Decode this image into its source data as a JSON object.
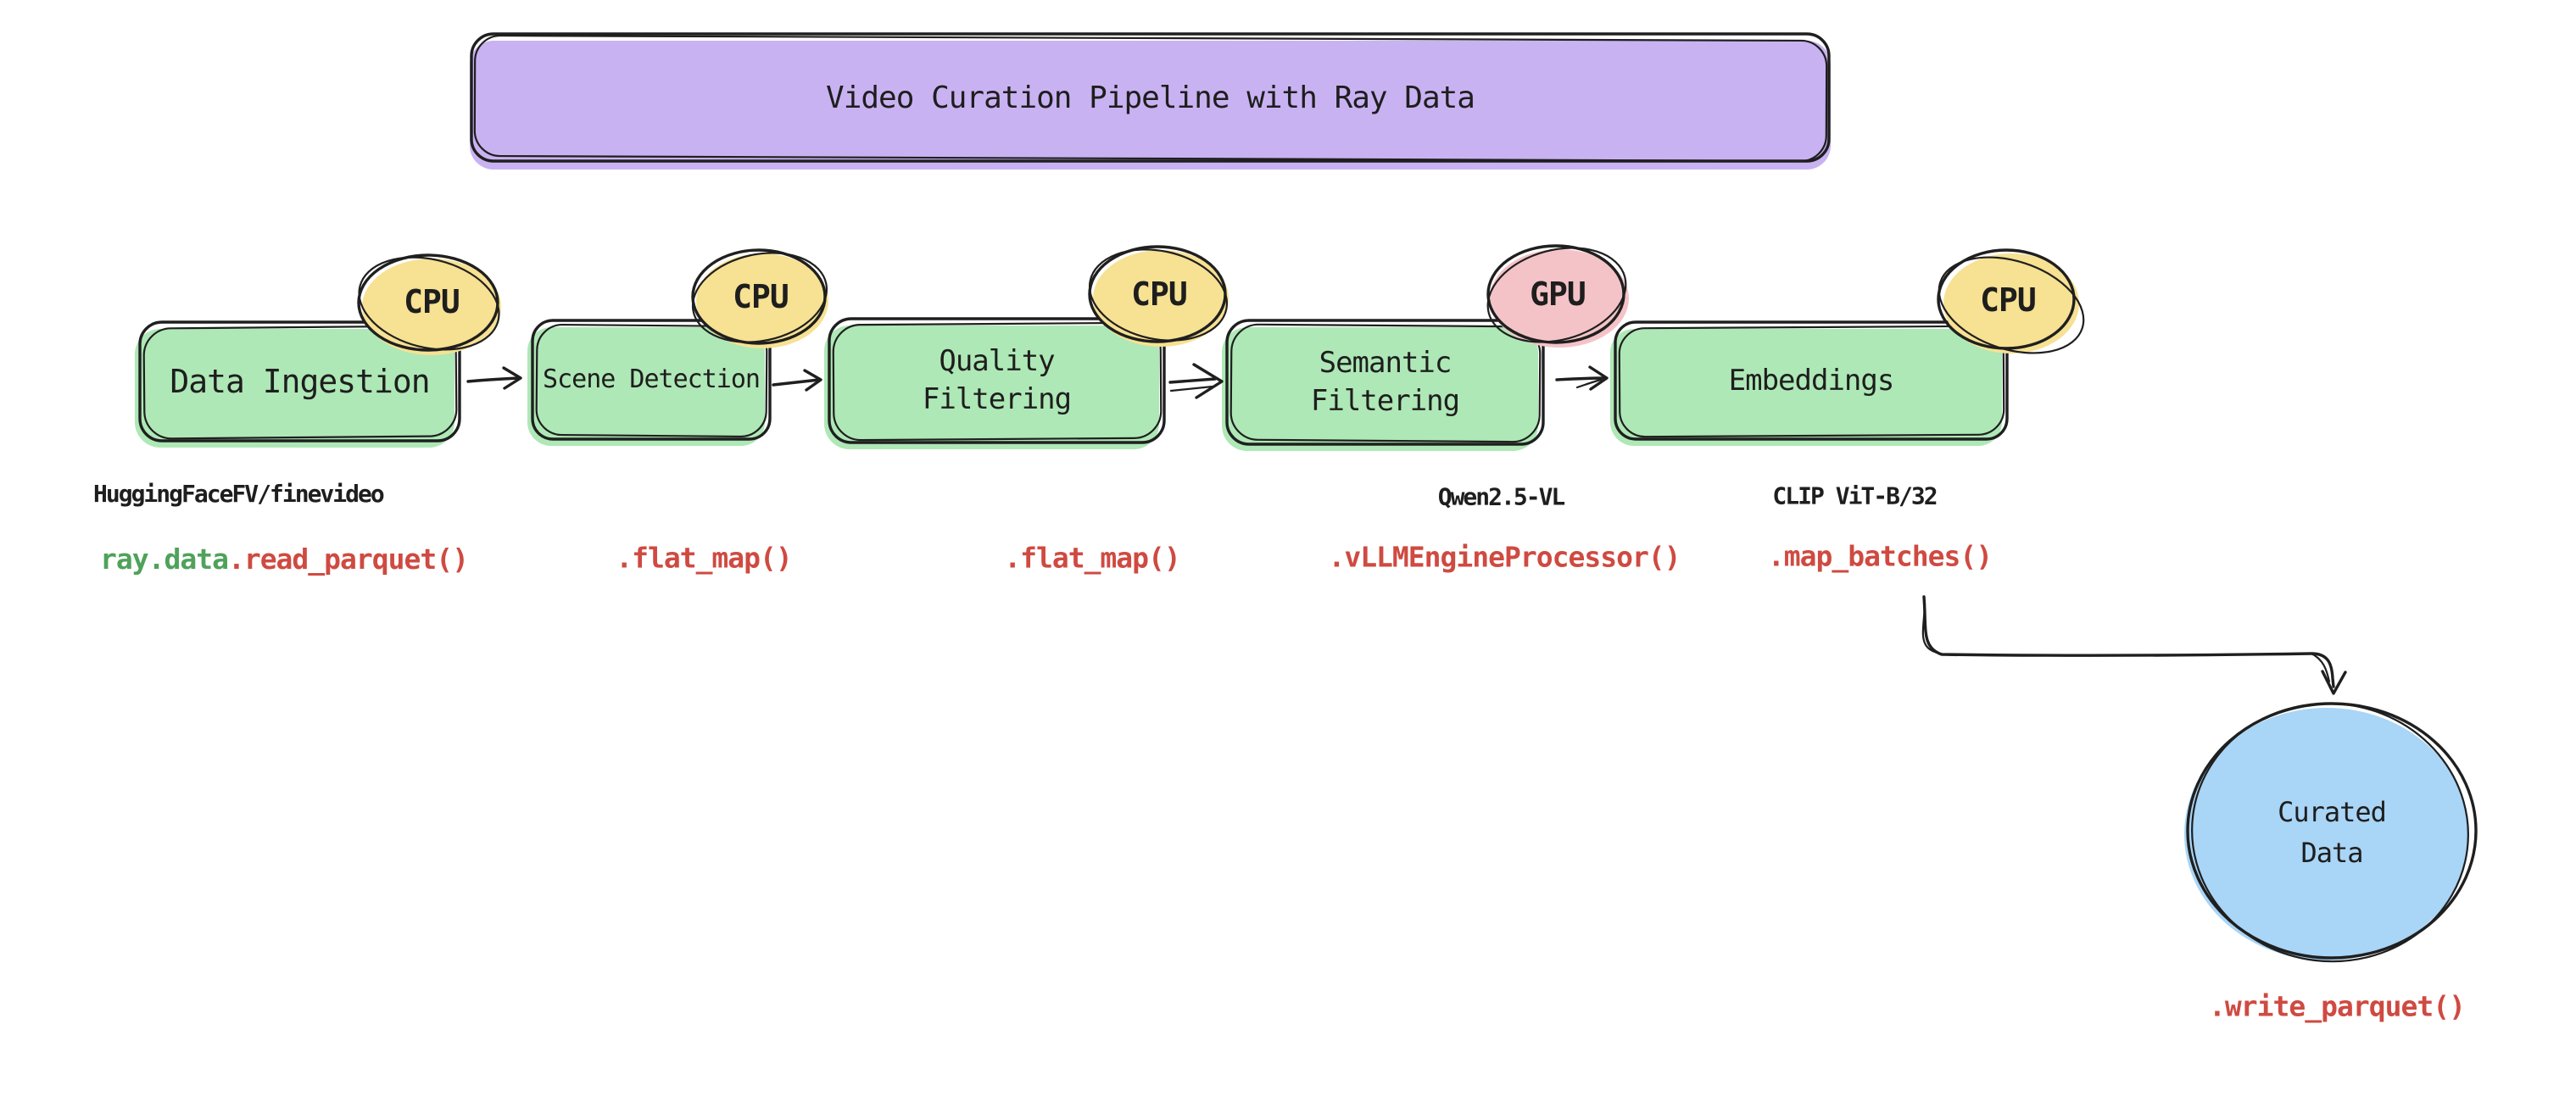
{
  "title": "Video Curation Pipeline with Ray Data",
  "stages": [
    {
      "label": "Data Ingestion",
      "badge": "CPU"
    },
    {
      "label": "Scene Detection",
      "badge": "CPU"
    },
    {
      "label": "Quality",
      "label_line2": "Filtering",
      "badge": "CPU"
    },
    {
      "label": "Semantic",
      "label_line2": "Filtering",
      "badge": "GPU"
    },
    {
      "label": "Embeddings",
      "badge": "CPU"
    }
  ],
  "annotations": {
    "ingestion_source": "HuggingFaceFV/finevideo",
    "semantic_model": "Qwen2.5-VL",
    "embedding_model": "CLIP ViT-B/32"
  },
  "code": {
    "ingest_prefix": "ray.data",
    "ingest_call": ".read_parquet()",
    "scene_detection": ".flat_map()",
    "quality_filtering": ".flat_map()",
    "semantic_filtering": ".vLLMEngineProcessor()",
    "embeddings": ".map_batches()",
    "write_output": ".write_parquet()"
  },
  "output_node": {
    "label_line1": "Curated",
    "label_line2": "Data"
  },
  "colors": {
    "purple": "#c9b2f2",
    "green": "#aee8b6",
    "yellow": "#f7e192",
    "pink": "#f4c3c7",
    "blue": "#a9d5f6",
    "stroke": "#1f1f1f",
    "code-red": "#cf4a41",
    "code-green": "#4fa25a",
    "text-black": "#1e1e1e"
  }
}
